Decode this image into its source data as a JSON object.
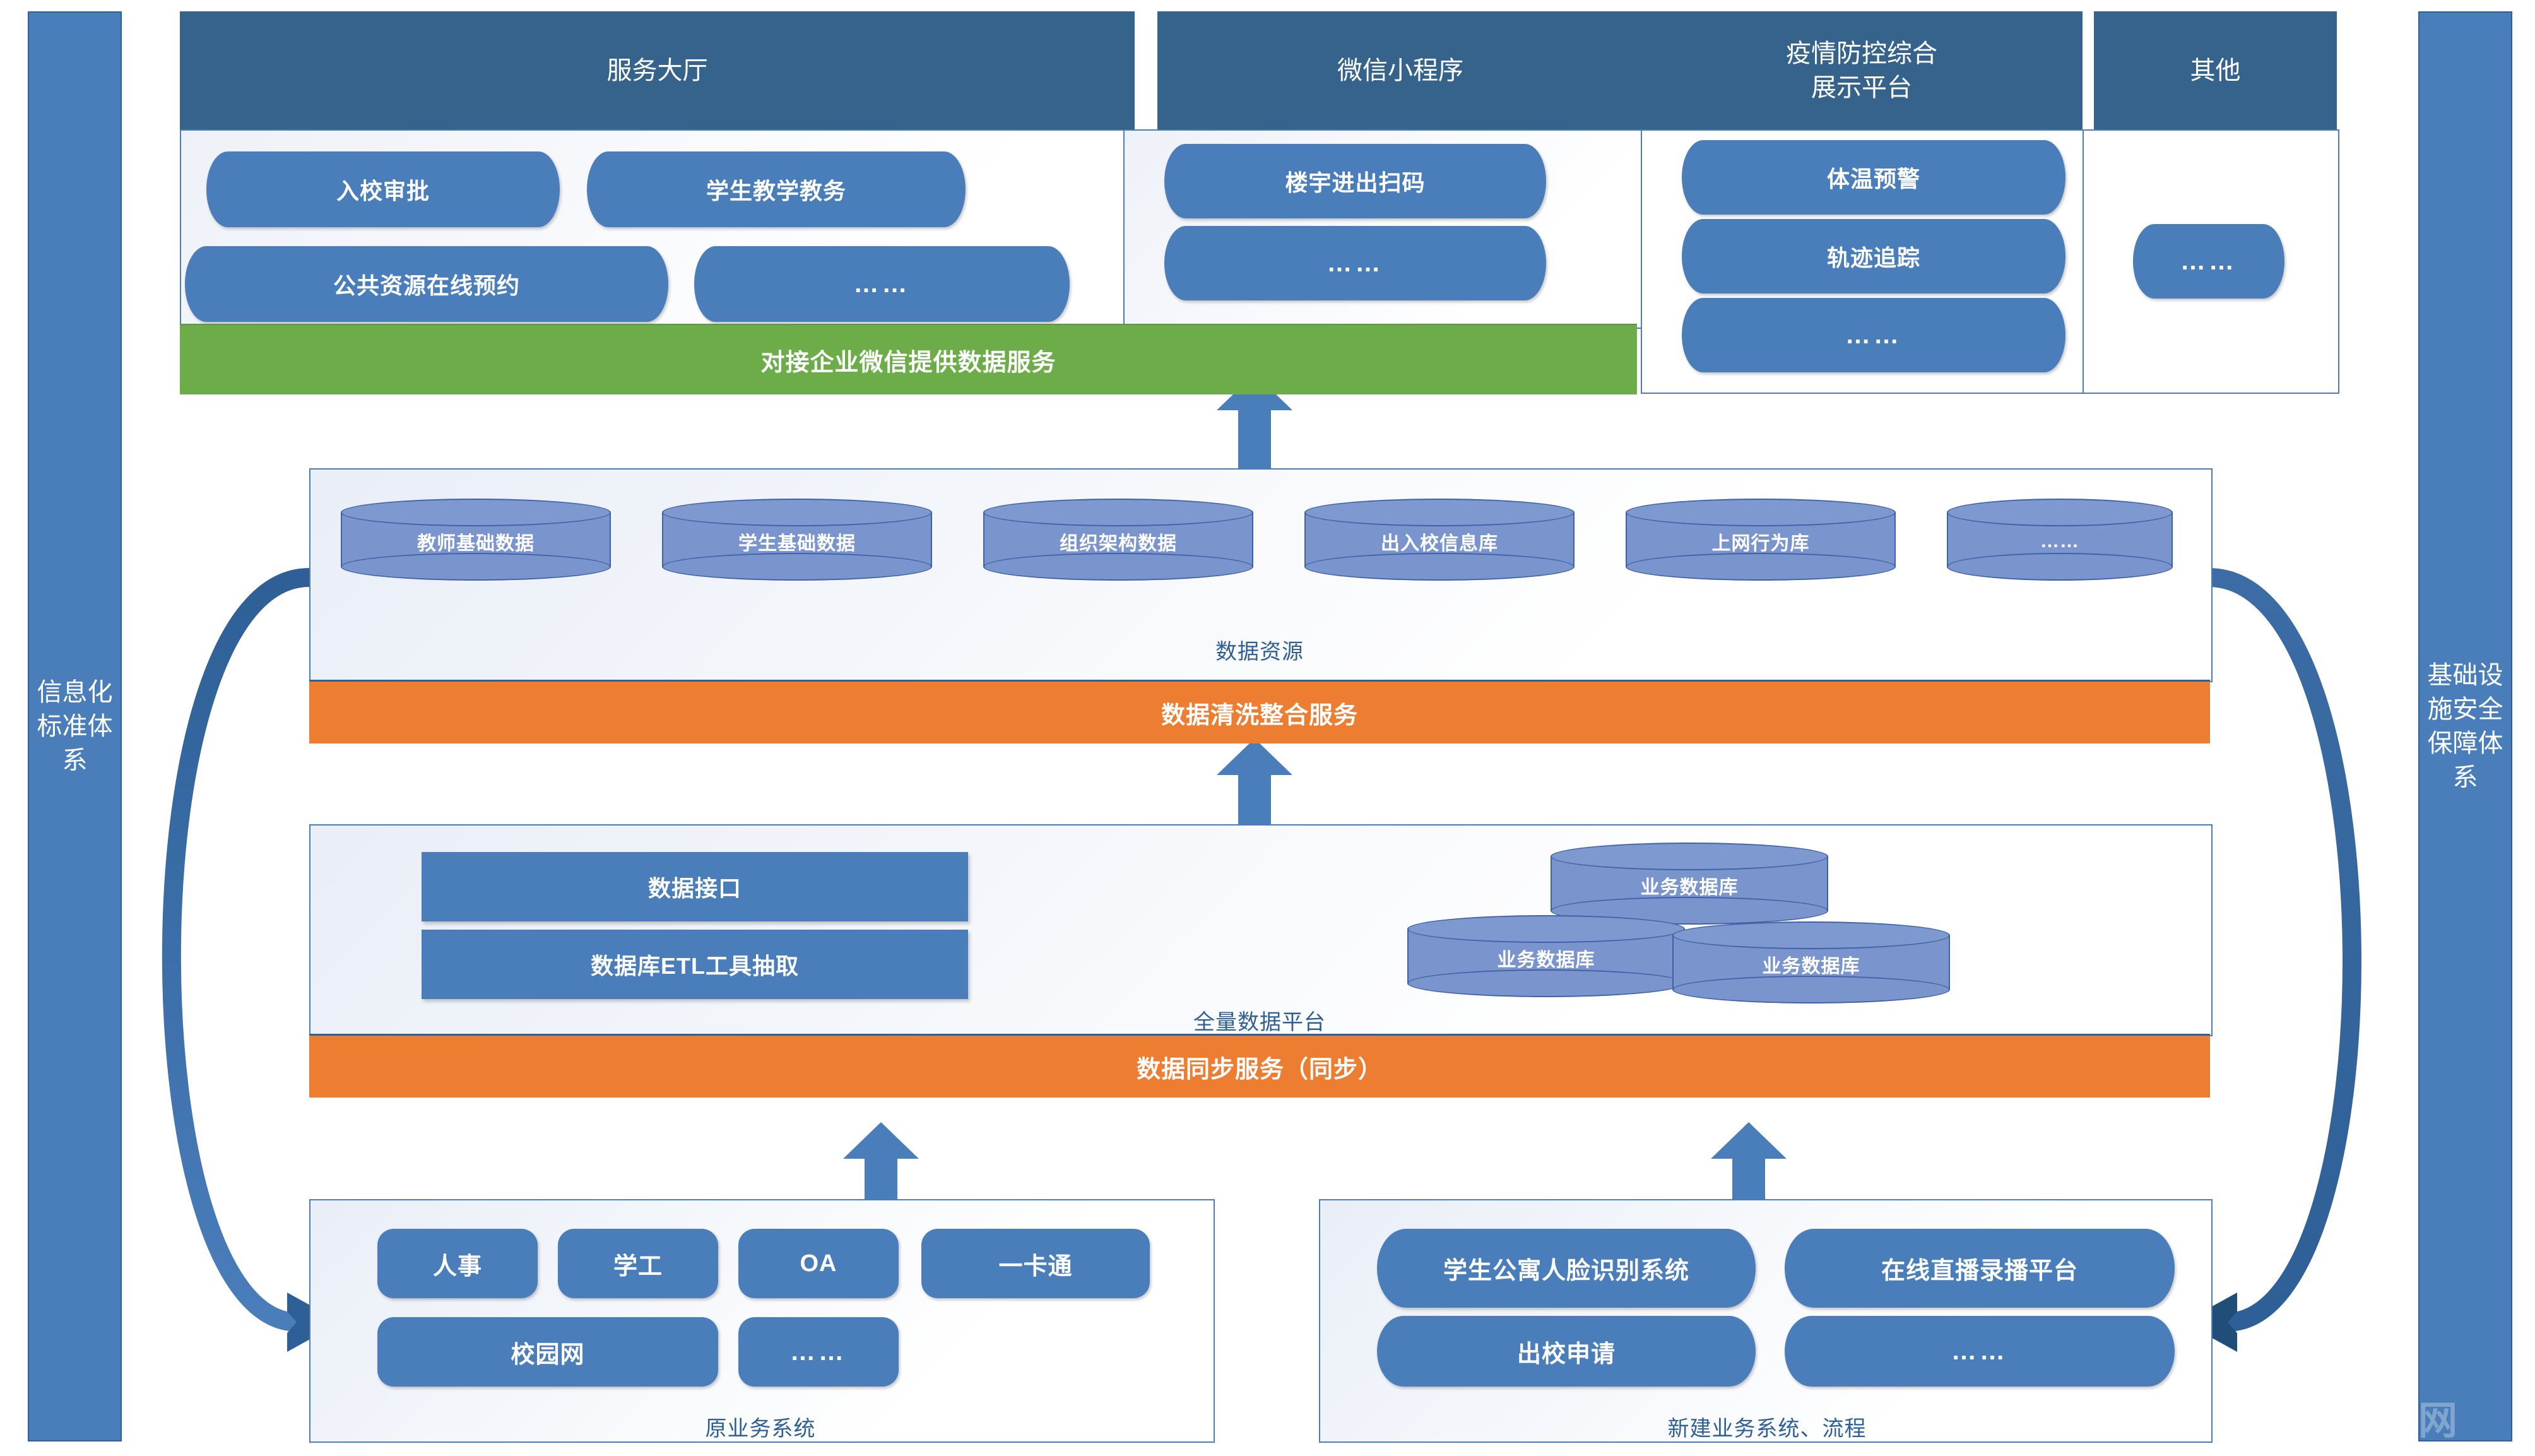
{
  "sides": {
    "left": {
      "label": "信息化标准体系"
    },
    "right": {
      "label": "基础设施安全保障体系"
    }
  },
  "top_layer": {
    "columns": [
      {
        "header": "服务大厅",
        "apps": [
          "入校审批",
          "学生教学教务",
          "公共资源在线预约",
          "……"
        ]
      },
      {
        "header": "微信小程序",
        "apps": [
          "楼宇进出扫码",
          "……"
        ]
      },
      {
        "header": "疫情防控综合\n展示平台",
        "header_line1": "疫情防控综合",
        "header_line2": "展示平台",
        "apps": [
          "体温预警",
          "轨迹追踪",
          "……"
        ]
      },
      {
        "header": "其他",
        "apps": [
          "……"
        ]
      }
    ],
    "green_service_bar": "对接企业微信提供数据服务"
  },
  "data_resource_layer": {
    "caption": "数据资源",
    "databases": [
      "教师基础数据",
      "学生基础数据",
      "组织架构数据",
      "出入校信息库",
      "上网行为库",
      "……"
    ],
    "orange_bar": "数据清洗整合服务"
  },
  "full_data_platform_layer": {
    "caption": "全量数据平台",
    "blocks": [
      "数据接口",
      "数据库ETL工具抽取"
    ],
    "business_databases": [
      "业务数据库",
      "业务数据库",
      "业务数据库"
    ],
    "orange_bar": "数据同步服务（同步）"
  },
  "source_systems": {
    "legacy": {
      "caption": "原业务系统",
      "items": [
        "人事",
        "学工",
        "OA",
        "一卡通",
        "校园网",
        "……"
      ]
    },
    "new": {
      "caption": "新建业务系统、流程",
      "items": [
        "学生公寓人脸识别系统",
        "在线直播录播平台",
        "出校申请",
        "……"
      ]
    }
  },
  "watermark": "新闻网",
  "colors": {
    "header_blue": "#35638c",
    "accent_blue": "#4a7ebb",
    "panel_border": "#4a7ebb",
    "green": "#6cad49",
    "orange": "#ed7d31",
    "cylinder": "#7a94cd",
    "arrow": "#2e5f96"
  }
}
